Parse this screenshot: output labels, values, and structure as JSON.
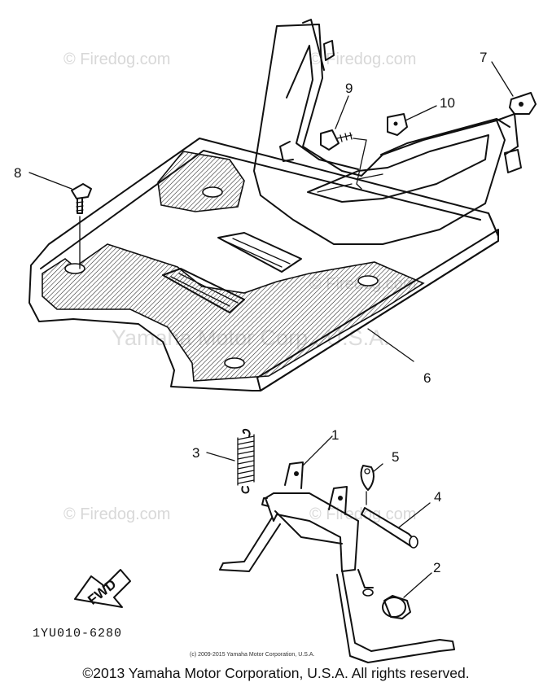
{
  "watermarks": {
    "firedog": "© Firedog.com",
    "yamaha": "Yamaha Motor Corp., U.S.A."
  },
  "callouts": {
    "part1": "1",
    "part2": "2",
    "part3": "3",
    "part4": "4",
    "part5": "5",
    "part6": "6",
    "part7": "7",
    "part8": "8",
    "part9": "9",
    "part10": "10"
  },
  "fwd_label": "FWD",
  "diagram_code": "1YU010-6280",
  "small_copyright": "(c) 2009-2015 Yamaha Motor Corporation, U.S.A.",
  "copyright": "©2013 Yamaha Motor Corporation, U.S.A. All rights reserved."
}
